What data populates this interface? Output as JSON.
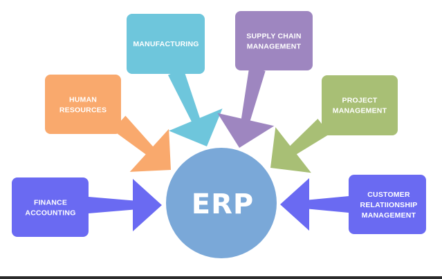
{
  "hub": {
    "label": "ERP",
    "color": "#7aa8d8"
  },
  "modules": [
    {
      "id": "finance",
      "lines": [
        "FINANCE",
        "ACCOUNTING"
      ],
      "color": "#6a6af2"
    },
    {
      "id": "hr",
      "lines": [
        "HUMAN",
        "RESOURCES"
      ],
      "color": "#f9a96d"
    },
    {
      "id": "manufacturing",
      "lines": [
        "MANUFACTURING"
      ],
      "color": "#6ec6dc"
    },
    {
      "id": "scm",
      "lines": [
        "SUPPLY CHAIN",
        "MANAGEMENT"
      ],
      "color": "#9e86c0"
    },
    {
      "id": "pm",
      "lines": [
        "PROJECT",
        "MANAGEMENT"
      ],
      "color": "#a8bf75"
    },
    {
      "id": "crm",
      "lines": [
        "CUSTOMER",
        "RELATIIONSHIP",
        "MANAGEMENT"
      ],
      "color": "#6a6af2"
    }
  ],
  "footer_line_color": "#2b2b2b"
}
